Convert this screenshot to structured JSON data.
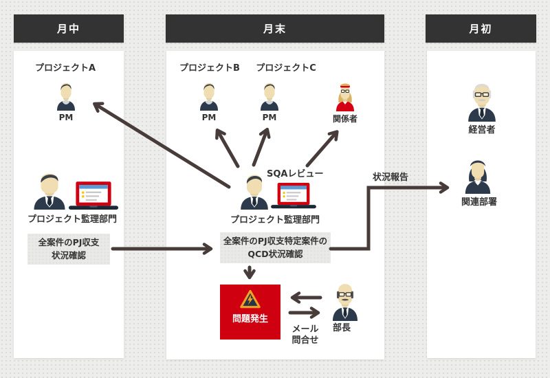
{
  "headers": {
    "mid_month": "月中",
    "month_end": "月末",
    "month_start": "月初"
  },
  "left": {
    "project_title": "プロジェクトA",
    "pm_label": "PM",
    "dept_label": "プロジェクト監理部門",
    "task_line1": "全案件のPJ収支",
    "task_line2": "状況確認"
  },
  "center": {
    "project_b_title": "プロジェクトB",
    "project_b_pm": "PM",
    "project_c_title": "プロジェクトC",
    "project_c_pm": "PM",
    "stakeholder_label": "関係者",
    "sqa_label": "SQAレビュー",
    "dept_label": "プロジェクト監理部門",
    "task_line1": "全案件のPJ収支特定案件の",
    "task_line2": "QCD状況確認",
    "problem_label": "問題発生",
    "manager_label": "部長",
    "mail_line1": "メール",
    "mail_line2": "問合せ"
  },
  "right": {
    "executive_label": "経営者",
    "related_dept_label": "関連部署",
    "report_label": "状況報告"
  },
  "colors": {
    "accent_red": "#cf000f",
    "header_bg": "#333333",
    "arrow": "#473c3a",
    "warning_orange": "#f0a328"
  }
}
